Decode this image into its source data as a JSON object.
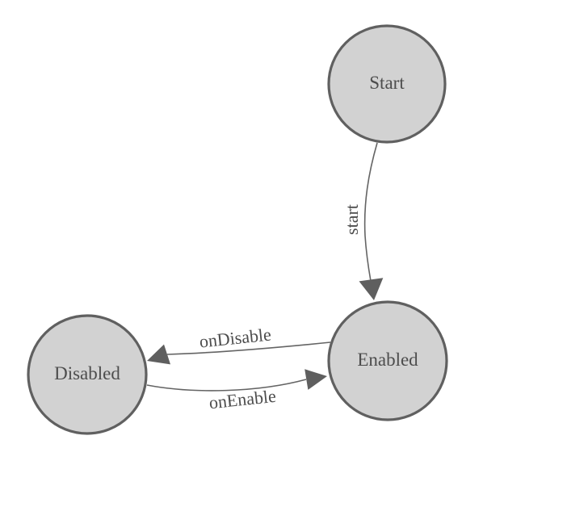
{
  "diagram": {
    "kind": "state-machine-diagram",
    "colors": {
      "page_bg": "#ffffff",
      "node_fill": "#d2d2d2",
      "node_border": "#606060",
      "edge_line": "#646464",
      "arrow_fill": "#5f5f5f",
      "label_text": "#4d4d4d"
    },
    "nodes": [
      {
        "id": "start",
        "label": "Start"
      },
      {
        "id": "enabled",
        "label": "Enabled"
      },
      {
        "id": "disabled",
        "label": "Disabled"
      }
    ],
    "edges": [
      {
        "from": "Start",
        "to": "Enabled",
        "label": "start"
      },
      {
        "from": "Enabled",
        "to": "Disabled",
        "label": "onDisable"
      },
      {
        "from": "Disabled",
        "to": "Enabled",
        "label": "onEnable"
      }
    ]
  }
}
